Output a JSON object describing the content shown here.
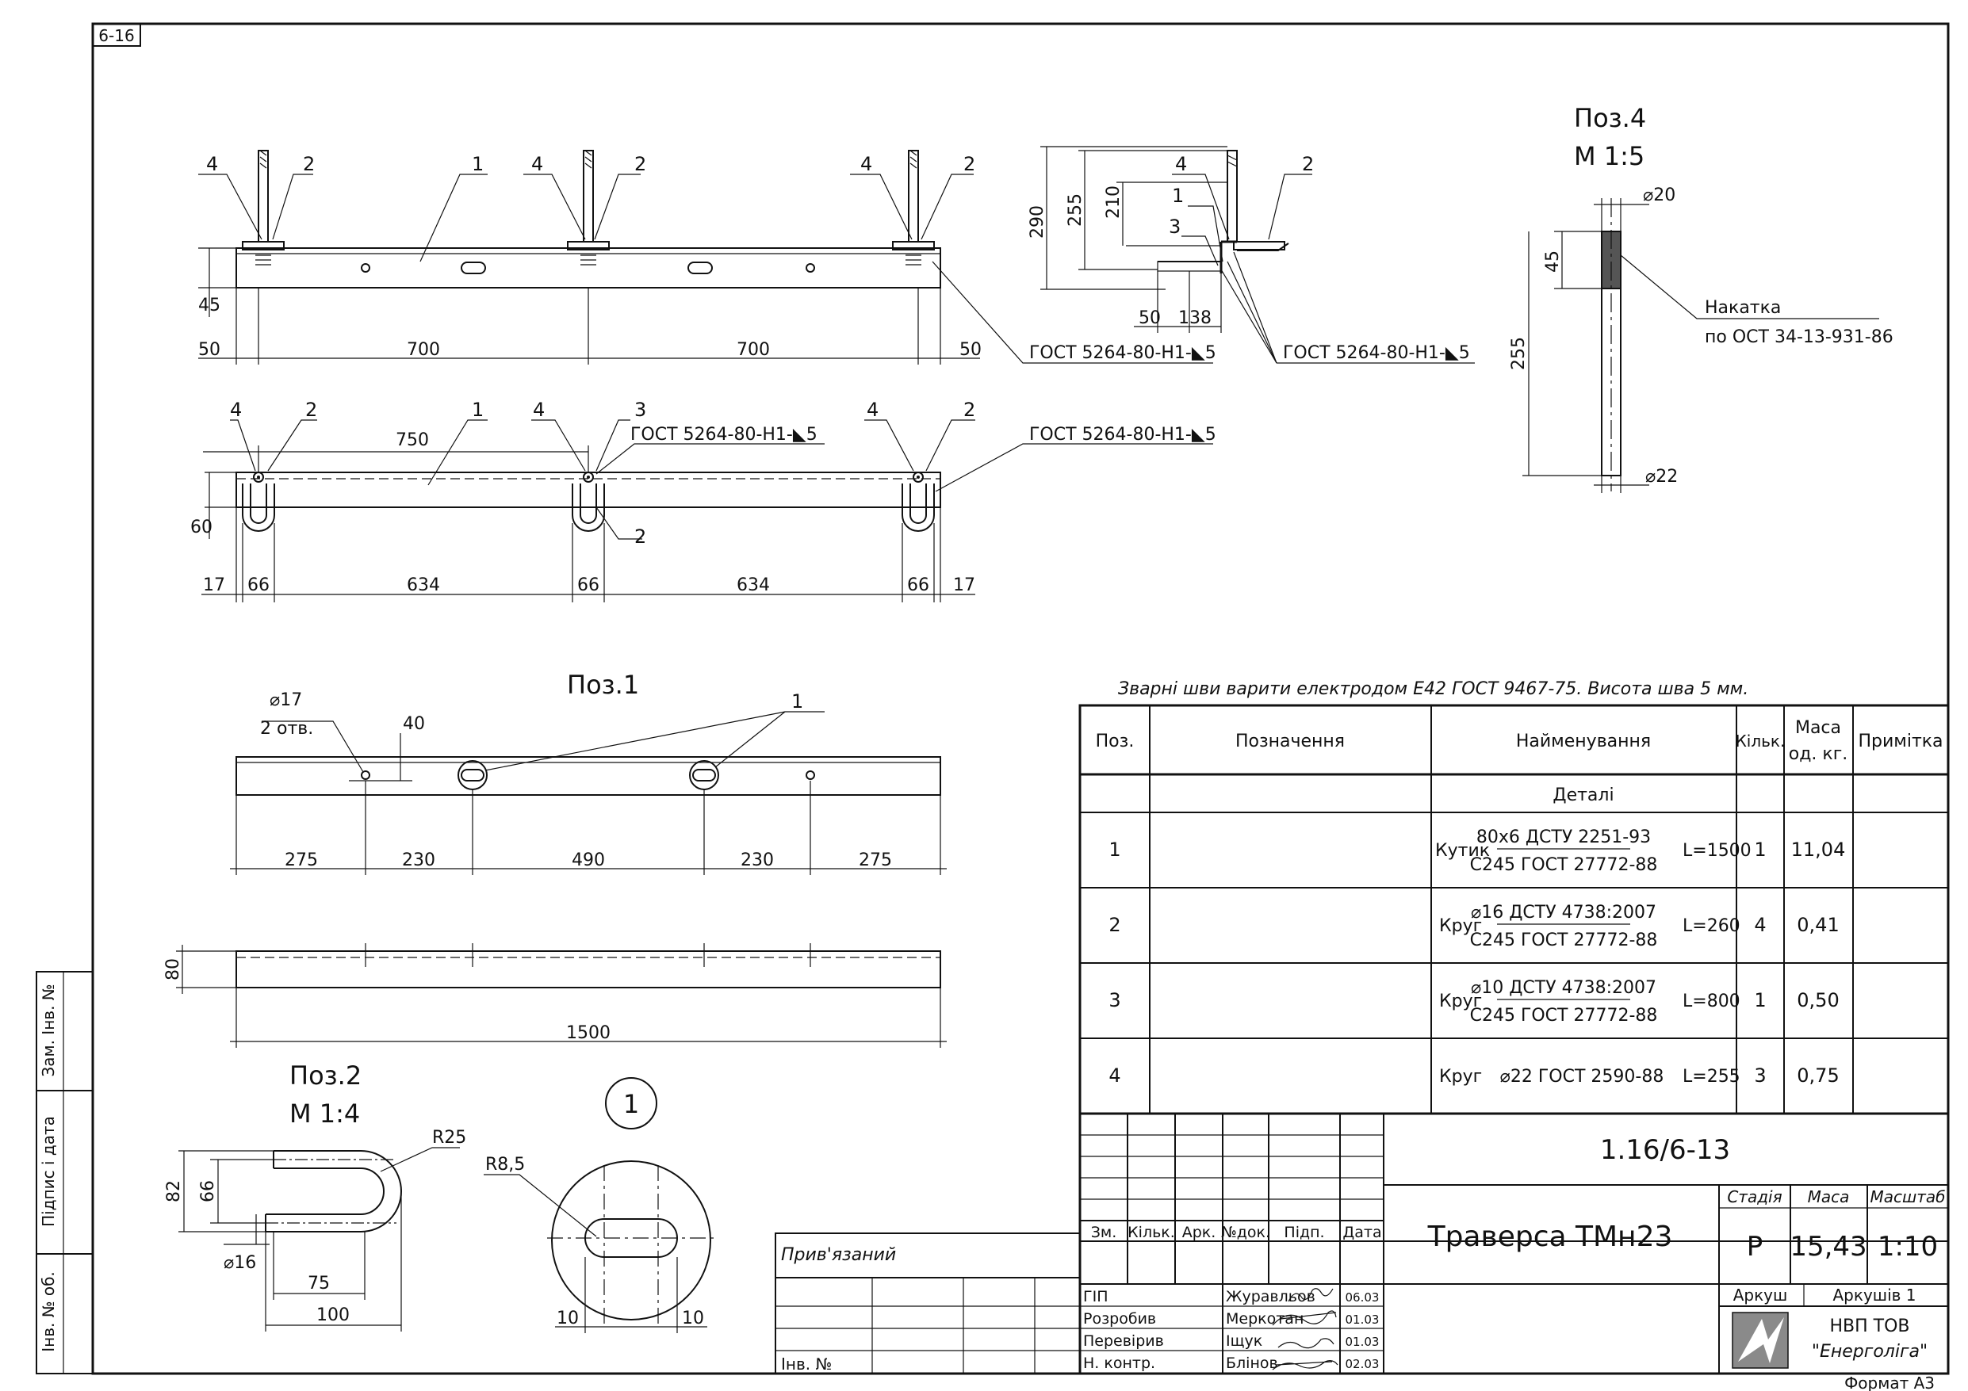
{
  "sheet": {
    "corner_code": "6-16",
    "format": "Формат А3"
  },
  "left_side_table": {
    "rows": [
      "Зам. Інв. №",
      "Підпис і дата",
      "Інв. № об."
    ]
  },
  "view_top": {
    "pos_labels": [
      "4",
      "2",
      "1",
      "4",
      "2",
      "4",
      "2"
    ],
    "dims": [
      "45",
      "50",
      "700",
      "700",
      "50"
    ],
    "weld_note": "ГОСТ 5264-80-Н1-◣5"
  },
  "view_side": {
    "dims": [
      "290",
      "255",
      "210",
      "50",
      "138"
    ],
    "pos_labels": [
      "4",
      "2",
      "1",
      "3"
    ],
    "weld_note": "ГОСТ 5264-80-Н1-◣5"
  },
  "view_plan": {
    "pos_labels": [
      "4",
      "2",
      "1",
      "4",
      "3",
      "4",
      "2",
      "2"
    ],
    "dims": [
      "750",
      "60",
      "17",
      "66",
      "634",
      "66",
      "634",
      "66",
      "17"
    ],
    "weld_note_left": "ГОСТ 5264-80-Н1-◣5",
    "weld_note_right": "ГОСТ 5264-80-Н1-◣5"
  },
  "pos4": {
    "title": "Поз.4",
    "scale": "М 1:5",
    "dims": [
      "⌀20",
      "45",
      "255",
      "⌀22"
    ],
    "note_line1": "Накатка",
    "note_line2": "по ОСТ 34-13-931-86"
  },
  "pos1": {
    "title": "Поз.1",
    "hole_label": "⌀17",
    "hole_count": "2 отв.",
    "dim_40": "40",
    "callout": "1",
    "dims": [
      "275",
      "230",
      "490",
      "230",
      "275"
    ],
    "dim_80": "80",
    "dim_length": "1500"
  },
  "pos2": {
    "title": "Поз.2",
    "scale": "М 1:4",
    "dims": [
      "R25",
      "82",
      "66",
      "⌀16",
      "75",
      "100"
    ]
  },
  "detail1": {
    "label": "1",
    "radius": "R8,5",
    "dims": [
      "10",
      "10"
    ]
  },
  "weld_note_general": "Зварні шви варити електродом Е42 ГОСТ 9467-75. Висота шва 5 мм.",
  "spec_table": {
    "headers": {
      "pos": "Поз.",
      "designation": "Позначення",
      "name": "Найменування",
      "qty": "Кільк.",
      "mass_1": "Маса",
      "mass_2": "од. кг.",
      "note": "Примітка"
    },
    "section": "Деталі",
    "rows": [
      {
        "pos": "1",
        "kind": "Кутик",
        "top": "80х6 ДСТУ 2251-93",
        "bottom": "С245 ГОСТ 27772-88",
        "length": "L=1500",
        "qty": "1",
        "mass": "11,04"
      },
      {
        "pos": "2",
        "kind": "Круг",
        "top": "⌀16 ДСТУ 4738:2007",
        "bottom": "С245 ГОСТ 27772-88",
        "length": "L=260",
        "qty": "4",
        "mass": "0,41"
      },
      {
        "pos": "3",
        "kind": "Круг",
        "top": "⌀10 ДСТУ 4738:2007",
        "bottom": "С245 ГОСТ 27772-88",
        "length": "L=800",
        "qty": "1",
        "mass": "0,50"
      },
      {
        "pos": "4",
        "kind": "Круг",
        "top": "⌀22 ГОСТ 2590-88",
        "bottom": "",
        "length": "L=255",
        "qty": "3",
        "mass": "0,75"
      }
    ]
  },
  "title_block": {
    "doc_code": "1.16/6-13",
    "revision_headers": [
      "Зм.",
      "Кільк.",
      "Арк.",
      "№док.",
      "Підп.",
      "Дата"
    ],
    "bound": "Прив'язаний",
    "inv_no": "Інв. №",
    "staff": [
      {
        "role": "ГІП",
        "name": "Журавльов",
        "date": "06.03"
      },
      {
        "role": "Розробив",
        "name": "Меркотан",
        "date": "01.03"
      },
      {
        "role": "Перевірив",
        "name": "Іщук",
        "date": "01.03"
      },
      {
        "role": "Н. контр.",
        "name": "Блінов",
        "date": "02.03"
      }
    ],
    "title": "Траверса ТМн23",
    "stage_label": "Стадія",
    "mass_label": "Маса",
    "scale_label": "Масштаб",
    "stage": "Р",
    "mass": "15,43",
    "scale": "1:10",
    "sheet_label": "Аркуш",
    "sheets_label": "Аркушів 1",
    "company_1": "НВП ТОВ",
    "company_2": "\"Енерголіга\""
  }
}
